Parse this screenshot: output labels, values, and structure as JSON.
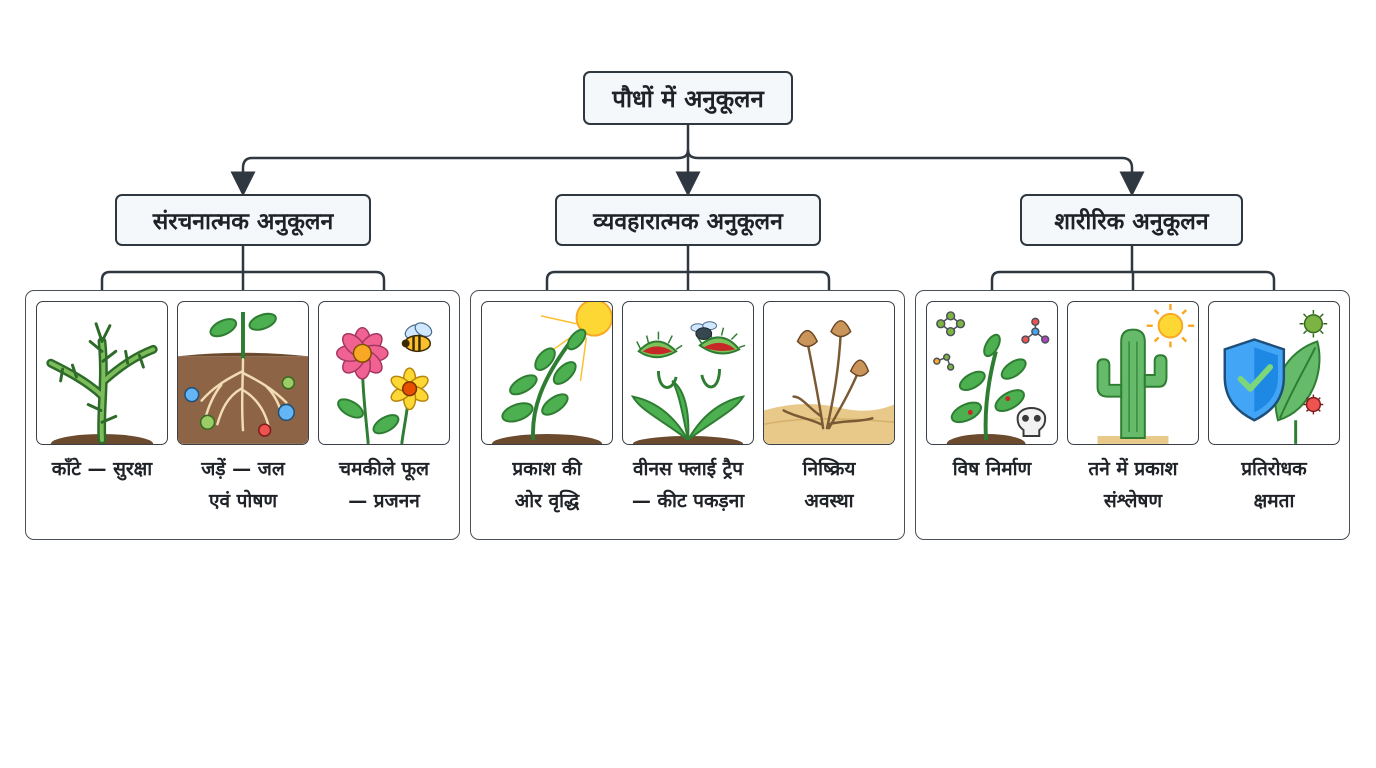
{
  "root": {
    "label": "पौधों में अनुकूलन"
  },
  "categories": [
    {
      "label": "संरचनात्मक अनुकूलन",
      "items": [
        {
          "line1": "काँटे — सुरक्षा",
          "line2": "",
          "icon": "thorny-stem-icon"
        },
        {
          "line1": "जड़ें — जल",
          "line2": "एवं पोषण",
          "icon": "roots-in-soil-icon"
        },
        {
          "line1": "चमकीले फूल",
          "line2": "— प्रजनन",
          "icon": "flowers-with-bee-icon"
        }
      ]
    },
    {
      "label": "व्यवहारात्मक अनुकूलन",
      "items": [
        {
          "line1": "प्रकाश की",
          "line2": "ओर वृद्धि",
          "icon": "plant-bending-to-sun-icon"
        },
        {
          "line1": "वीनस फ्लाई ट्रैप",
          "line2": "— कीट पकड़ना",
          "icon": "venus-flytrap-icon"
        },
        {
          "line1": "निष्क्रिय",
          "line2": "अवस्था",
          "icon": "dormant-plant-icon"
        }
      ]
    },
    {
      "label": "शारीरिक अनुकूलन",
      "items": [
        {
          "line1": "विष निर्माण",
          "line2": "",
          "icon": "toxic-plant-icon"
        },
        {
          "line1": "तने में प्रकाश",
          "line2": "संश्लेषण",
          "icon": "cactus-with-sun-icon"
        },
        {
          "line1": "प्रतिरोधक",
          "line2": "क्षमता",
          "icon": "shield-leaf-immunity-icon"
        }
      ]
    }
  ],
  "colors": {
    "line": "#2f3740",
    "box_fill": "#f5f8fb",
    "leaf": "#4caf50",
    "leaf_dark": "#2e7d32"
  }
}
